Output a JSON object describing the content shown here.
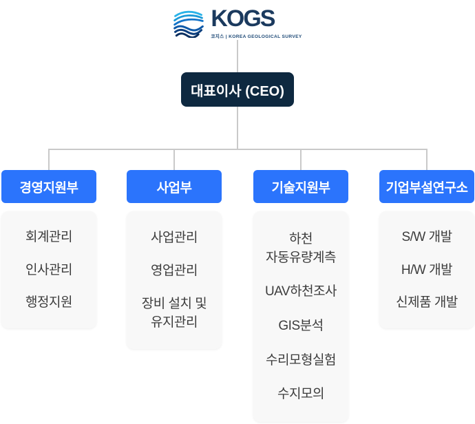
{
  "logo": {
    "name": "KOGS",
    "subtitle": "코지스 | KOREA GEOLOGICAL SURVEY",
    "icon": "wave-lines-logo"
  },
  "ceo": {
    "label": "대표이사 (CEO)"
  },
  "colors": {
    "accent_blue": "#2b74fc",
    "ceo_navy": "#0e2940",
    "connector_gray": "#c9c9c9",
    "panel_bg": "#f8f8f8"
  },
  "departments": [
    {
      "name": "경영지원부",
      "items": [
        "회계관리",
        "인사관리",
        "행정지원"
      ]
    },
    {
      "name": "사업부",
      "items": [
        "사업관리",
        "영업관리",
        "장비 설치 및\n유지관리"
      ]
    },
    {
      "name": "기술지원부",
      "items": [
        "하천\n자동유량계측",
        "UAV하천조사",
        "GIS분석",
        "수리모형실험",
        "수지모의"
      ]
    },
    {
      "name": "기업부설연구소",
      "items": [
        "S/W 개발",
        "H/W 개발",
        "신제품 개발"
      ]
    }
  ]
}
